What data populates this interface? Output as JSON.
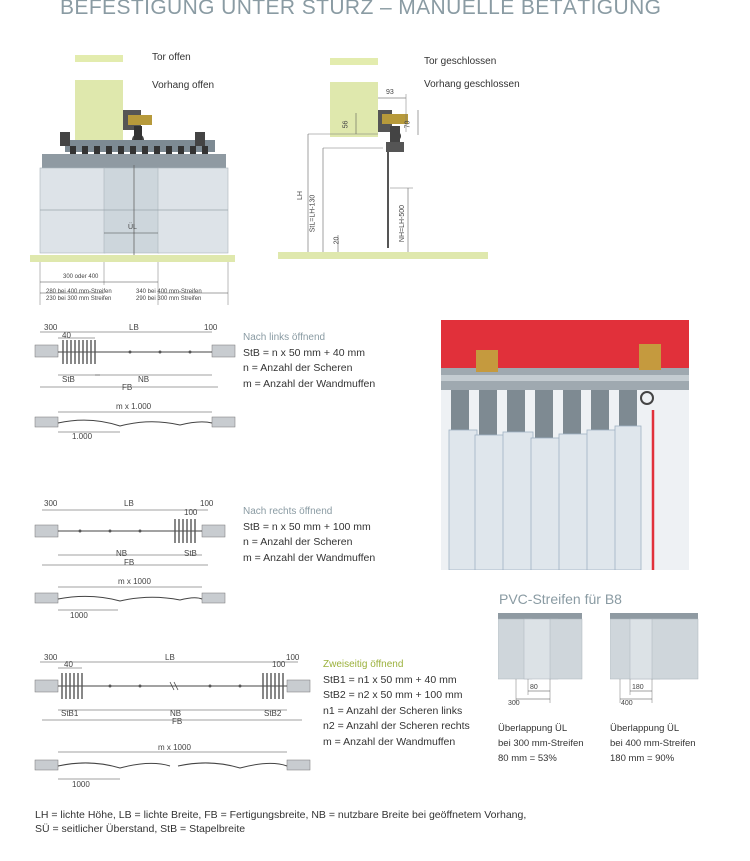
{
  "title": "BEFESTIGUNG UNTER STURZ – MANUELLE BETÄTIGUNG",
  "top_left": {
    "legend_open_gate": "Tor offen",
    "legend_open_curtain": "Vorhang offen",
    "label_ul": "ÜL",
    "label_300_400": "300 oder 400",
    "label_280_230": [
      "280 bei 400 mm-Streifen",
      "230 bei 300 mm Streifen"
    ],
    "label_340_290": [
      "340 bei 400 mm-Streifen",
      "290 bei 300 mm Streifen"
    ]
  },
  "top_right": {
    "legend_closed_gate": "Tor geschlossen",
    "legend_closed_curtain": "Vorhang geschlossen",
    "dim_93": "93",
    "dim_70": "70",
    "dim_56": "56",
    "dim_lh": "LH",
    "dim_stl": "StL=LH-130",
    "dim_nh": "NH=LH-500",
    "dim_20": "20"
  },
  "section_left": {
    "dim_300": "300",
    "dim_40": "40",
    "dim_lb": "LB",
    "dim_100": "100",
    "dim_stb": "StB",
    "dim_nb": "NB",
    "dim_fb": "FB",
    "dim_mx": "m x 1.000",
    "dim_1000": "1.000",
    "heading": "Nach links öffnend",
    "lines": [
      "StB = n x 50 mm + 40 mm",
      "n = Anzahl der Scheren",
      "m = Anzahl der Wandmuffen"
    ]
  },
  "section_right": {
    "dim_300": "300",
    "dim_lb": "LB",
    "dim_100": "100",
    "dim_100b": "100",
    "dim_nb": "NB",
    "dim_stb": "StB",
    "dim_fb": "FB",
    "dim_mx": "m x 1000",
    "dim_1000": "1000",
    "heading": "Nach rechts öffnend",
    "lines": [
      "StB = n x 50 mm + 100 mm",
      "n = Anzahl der Scheren",
      "m = Anzahl der Wandmuffen"
    ]
  },
  "section_both": {
    "dim_300": "300",
    "dim_40": "40",
    "dim_lb": "LB",
    "dim_100": "100",
    "dim_100b": "100",
    "dim_stb1": "StB1",
    "dim_nb": "NB",
    "dim_stb2": "StB2",
    "dim_fb": "FB",
    "dim_mx": "m x 1000",
    "dim_1000": "1000",
    "heading": "Zweiseitig öffnend",
    "lines": [
      "StB1 = n1 x 50 mm + 40 mm",
      "StB2 = n2 x 50 mm + 100 mm",
      "n1 = Anzahl der Scheren links",
      "n2 = Anzahl der Scheren rechts",
      "m = Anzahl der Wandmuffen"
    ]
  },
  "pvc": {
    "heading": "PVC-Streifen für B8",
    "left": {
      "d1": "300",
      "d2": "80",
      "caption": [
        "Überlappung ÜL",
        "bei 300 mm-Streifen",
        "80 mm = 53%"
      ]
    },
    "right": {
      "d1": "400",
      "d2": "180",
      "caption": [
        "Überlappung ÜL",
        "bei 400 mm-Streifen",
        "180 mm = 90%"
      ]
    }
  },
  "footer": [
    "LH = lichte Höhe, LB = lichte Breite, FB = Fertigungsbreite, NB = nutzbare Breite bei geöffnetem Vorhang,",
    "SÜ = seitlicher Überstand, StB = Stapelbreite"
  ],
  "colors": {
    "title": "#8a9ba3",
    "heading_zweiseitig": "#9bb13c",
    "legend_swatch": "#e3ecae",
    "wall": "#dfe8ad",
    "photo_red": "#e1303a"
  }
}
